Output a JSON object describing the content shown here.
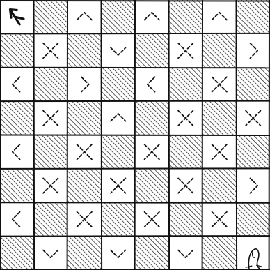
{
  "board": {
    "rows": 8,
    "cols": 8,
    "ink_color": "#111111",
    "paper_color": "#ffffff",
    "start_cell": {
      "row": 0,
      "col": 0,
      "piece": "knight-start-icon"
    },
    "end_cell": {
      "row": 7,
      "col": 7,
      "piece": "knight-end-icon"
    },
    "cells": [
      [
        "start",
        "hatch",
        "up",
        "hatch",
        "up",
        "hatch",
        "up",
        "hatch"
      ],
      [
        "hatch",
        "x",
        "hatch",
        "down",
        "hatch",
        "x",
        "hatch",
        "right"
      ],
      [
        "left",
        "hatch",
        "right",
        "hatch",
        "left",
        "hatch",
        "x",
        "hatch"
      ],
      [
        "hatch",
        "x",
        "hatch",
        "up",
        "hatch",
        "x",
        "hatch",
        "x"
      ],
      [
        "left",
        "hatch",
        "x",
        "hatch",
        "x",
        "hatch",
        "x",
        "hatch"
      ],
      [
        "hatch",
        "x",
        "hatch",
        "x",
        "hatch",
        "x",
        "hatch",
        "right"
      ],
      [
        "left",
        "hatch",
        "x",
        "hatch",
        "x",
        "hatch",
        "x",
        "hatch"
      ],
      [
        "hatch",
        "down",
        "hatch",
        "down",
        "hatch",
        "down",
        "hatch",
        "end"
      ]
    ]
  }
}
